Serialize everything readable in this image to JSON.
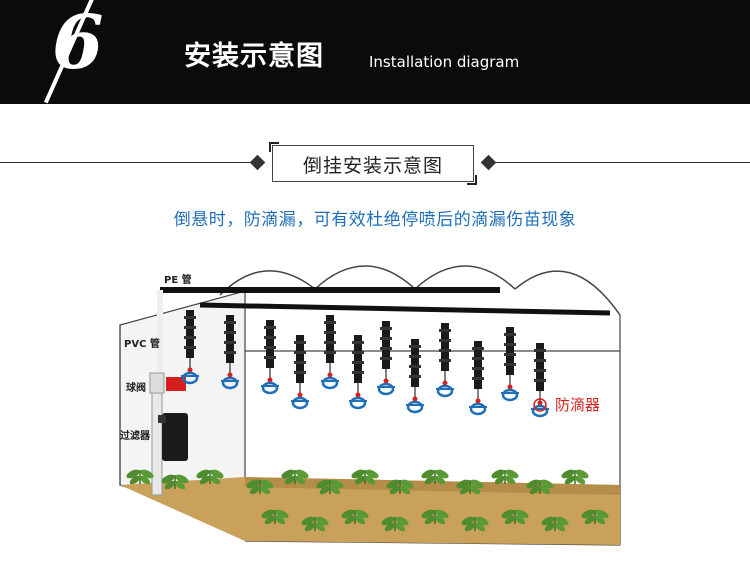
{
  "banner": {
    "number": "6",
    "title": "安装示意图",
    "subtitle": "Installation diagram"
  },
  "section": {
    "title": "倒挂安装示意图",
    "description": "倒悬时，防滴漏，可有效杜绝停喷后的滴漏伤苗现象"
  },
  "diagram": {
    "labels": {
      "pe_pipe": "PE 管",
      "pvc_pipe": "PVC 管",
      "ball_valve": "球阀",
      "filter": "过滤器",
      "anti_drip": "防滴器"
    },
    "colors": {
      "banner": "#0b0b0b",
      "accent_blue": "#1f6fb8",
      "anti_drip_red": "#d6201e",
      "soil": "#c9a15a",
      "plant": "#4f8c2f"
    }
  }
}
